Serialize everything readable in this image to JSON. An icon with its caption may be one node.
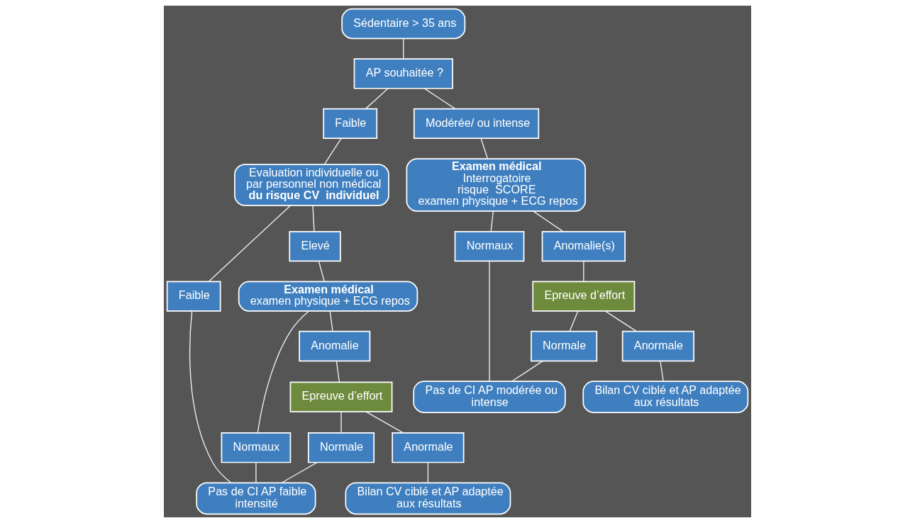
{
  "diagram": {
    "nodes": [
      {
        "text": [
          "Sédentaire > 35 ans"
        ]
      },
      {
        "text": [
          "AP souhaitée ?"
        ]
      },
      {
        "text": [
          "Faible"
        ]
      },
      {
        "text": [
          "Modérée/ ou intense"
        ]
      },
      {
        "text": [
          "Evaluation individuelle ou par personnel non médical **du risque CV  individuel**"
        ]
      },
      {
        "text": [
          "Examen médical",
          "Interrogatoire",
          "risque  SCORE",
          "examen physique + ECG repos"
        ]
      },
      {
        "text": [
          "Faible"
        ]
      },
      {
        "text": [
          "Elevé"
        ]
      },
      {
        "text": [
          "Examen médical",
          "examen physique + ECG repos"
        ]
      },
      {
        "text": [
          "Normaux"
        ]
      },
      {
        "text": [
          "Anomalie"
        ]
      },
      {
        "text": [
          "Normaux"
        ]
      },
      {
        "text": [
          "Anomalie(s)"
        ]
      },
      {
        "text": [
          "Epreuve d’effort"
        ]
      },
      {
        "text": [
          "Epreuve d’effort"
        ]
      },
      {
        "text": [
          "Normale"
        ]
      },
      {
        "text": [
          "Anormale"
        ]
      },
      {
        "text": [
          "Normale"
        ]
      },
      {
        "text": [
          "Anormale"
        ]
      },
      {
        "text": [
          "Pas de CI AP faible intensité"
        ]
      },
      {
        "text": [
          "Bilan CV ciblé et AP adaptée aux résultats"
        ]
      },
      {
        "text": [
          "Pas de CI AP modérée ou intense"
        ]
      },
      {
        "text": [
          "Bilan CV ciblé et AP adaptée aux résultats"
        ]
      }
    ],
    "edges": [
      {
        "from": 0,
        "to": 1,
        "arrow": "none"
      },
      {
        "from": 1,
        "to": 2,
        "arrow": "none"
      },
      {
        "from": 1,
        "to": 3,
        "arrow": "none"
      },
      {
        "from": 2,
        "to": 4,
        "arrow": "none"
      },
      {
        "from": 3,
        "to": 5,
        "arrow": "none"
      },
      {
        "from": 4,
        "to": 6,
        "arrow": "none"
      },
      {
        "from": 4,
        "to": 7,
        "arrow": "none"
      },
      {
        "from": 7,
        "to": 8,
        "arrow": "none"
      },
      {
        "from": 8,
        "to": 9,
        "arrow": "none"
      },
      {
        "from": 8,
        "to": 10,
        "arrow": "none"
      },
      {
        "from": 10,
        "to": 13,
        "arrow": "none"
      },
      {
        "from": 13,
        "to": 15,
        "arrow": "none"
      },
      {
        "from": 13,
        "to": 16,
        "arrow": "none"
      },
      {
        "from": 6,
        "to": 19,
        "arrow": "none"
      },
      {
        "from": 9,
        "to": 19,
        "arrow": "none"
      },
      {
        "from": 15,
        "to": 19,
        "arrow": "none"
      },
      {
        "from": 16,
        "to": 20,
        "arrow": "none"
      },
      {
        "from": 5,
        "to": 11,
        "arrow": "none"
      },
      {
        "from": 5,
        "to": 12,
        "arrow": "none"
      },
      {
        "from": 12,
        "to": 14,
        "arrow": "none"
      },
      {
        "from": 14,
        "to": 17,
        "arrow": "none"
      },
      {
        "from": 14,
        "to": 18,
        "arrow": "none"
      },
      {
        "from": 11,
        "to": 21,
        "arrow": "none"
      },
      {
        "from": 17,
        "to": 21,
        "arrow": "none"
      },
      {
        "from": 18,
        "to": 22,
        "arrow": "none"
      }
    ]
  }
}
